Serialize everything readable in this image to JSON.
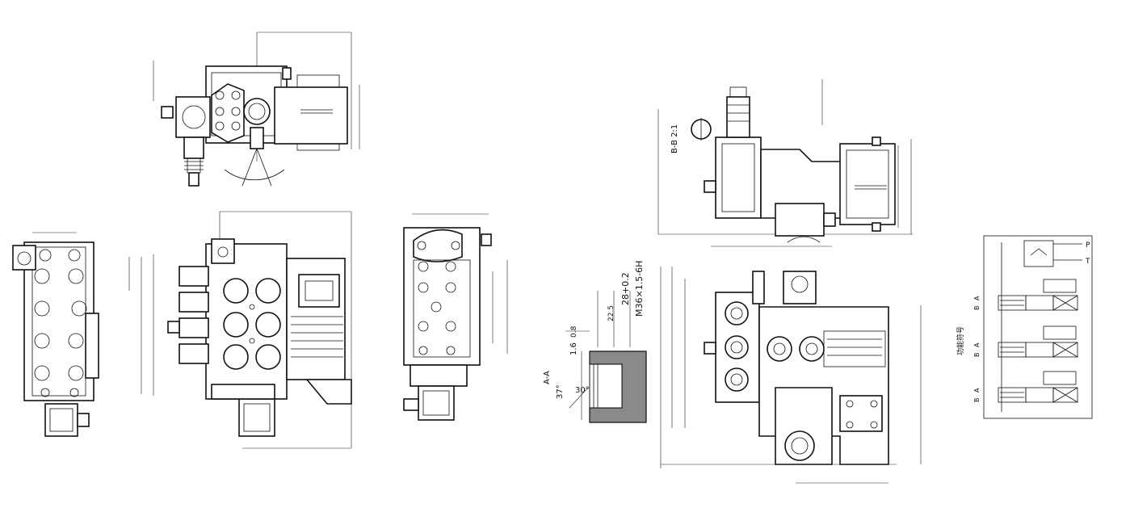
{
  "labels": {
    "thread": "M36×1.5-6H",
    "depth_28": "28+0.2",
    "depth_22": "22.5",
    "chamfer": "1.6",
    "r08": "0.8",
    "angle_37": "37°",
    "angle_30": "30°",
    "section_aa": "A-A",
    "section_bb": "B-B 2:1",
    "port_p": "P",
    "port_t": "T",
    "port_b": "B",
    "port_a": "A",
    "schematic_caption": "功能符号"
  },
  "colors": {
    "ink": "#111111",
    "hatch": "#8a8a8a",
    "paper": "#ffffff"
  }
}
